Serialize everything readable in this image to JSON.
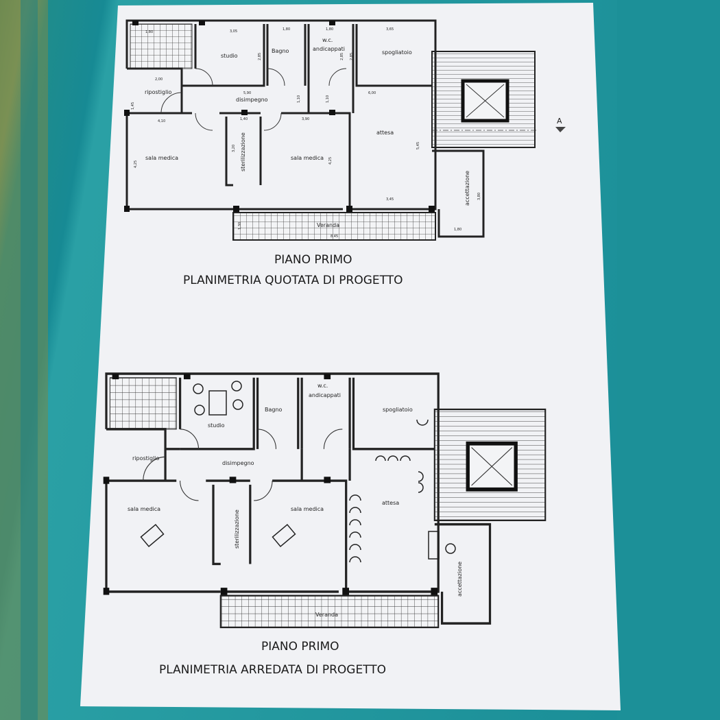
{
  "colors": {
    "paper": "#f3f4f6",
    "fabric_teal": "#1b8f98",
    "fabric_olive": "#7a8f55",
    "ink": "#222222"
  },
  "plan_top": {
    "title": "PIANO PRIMO",
    "subtitle": "PLANIMETRIA QUOTATA DI PROGETTO",
    "rooms": [
      "studio",
      "Bagno",
      "w.c.",
      "andicappati",
      "spogliatoio",
      "ripostiglio",
      "disimpegno",
      "sala medica",
      "sterilizzazione",
      "sala medica",
      "attesa",
      "accettazione",
      "Veranda"
    ],
    "dimensions": [
      "1,80",
      "3,05",
      "1,80",
      "1,80",
      "3,65",
      "2,00",
      "5,90",
      "1,10",
      "1,10",
      "6,00",
      "4,10",
      "1,40",
      "3,90",
      "4,25",
      "3,20",
      "4,25",
      "5,45",
      "3,45",
      "3,80",
      "1,80",
      "1,30",
      "8,45",
      "2,85",
      "2,85",
      "2,85",
      "1,45"
    ],
    "section_marker": "A"
  },
  "plan_bottom": {
    "title": "PIANO PRIMO",
    "subtitle": "PLANIMETRIA ARREDATA DI PROGETTO",
    "rooms": [
      "studio",
      "Bagno",
      "w.c.",
      "andicappati",
      "spogliatoio",
      "ripostiglio",
      "disimpegno",
      "sala medica",
      "sterilizzazione",
      "sala medica",
      "attesa",
      "accettazione",
      "Veranda"
    ]
  }
}
